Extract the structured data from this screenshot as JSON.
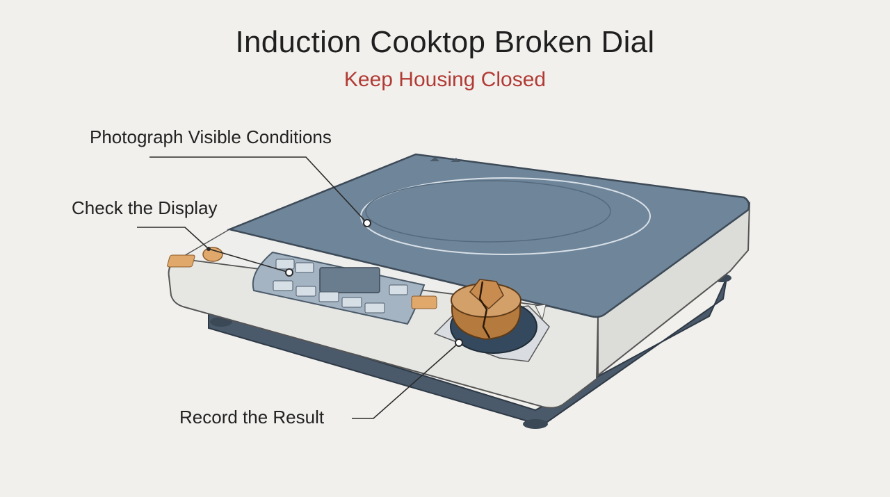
{
  "title": "Induction Cooktop Broken Dial",
  "subtitle": "Keep Housing Closed",
  "callouts": [
    {
      "id": "photograph",
      "label": "Photograph Visible Conditions"
    },
    {
      "id": "display",
      "label": "Check the Display"
    },
    {
      "id": "record",
      "label": "Record the Result"
    }
  ],
  "colors": {
    "background": "#f1f0ed",
    "glass_top": "#6f8599",
    "body_shell": "#e3e3e0",
    "base": "#4a5a6b",
    "panel": "#a5b4c3",
    "dial": "#c8904f",
    "accent_buttons": "#e0a86a",
    "subtitle": "#b23a34"
  }
}
